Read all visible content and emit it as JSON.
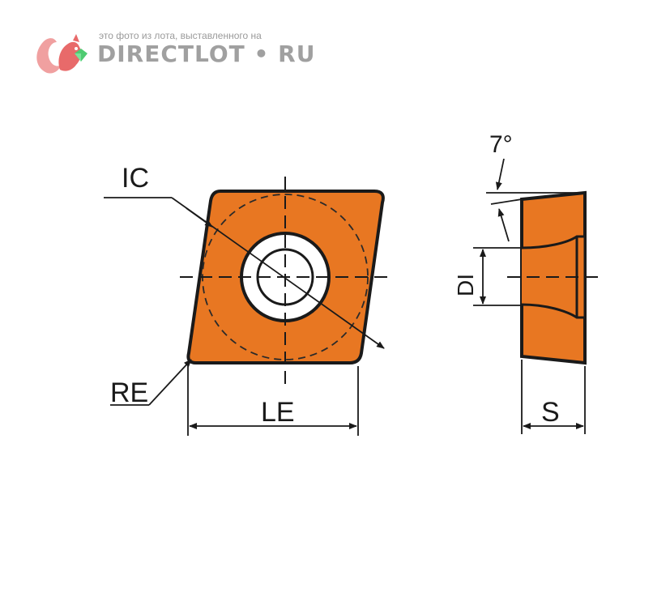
{
  "watermark": {
    "caption": "это фото из лота, выставленного на",
    "brand": "DIRECTLOT • RU"
  },
  "labels": {
    "ic": "IC",
    "re": "RE",
    "le": "LE",
    "dl": "DI",
    "s": "S",
    "angle": "7°"
  },
  "colors": {
    "insert_fill": "#e87722",
    "outline": "#1a1a1a",
    "watermark_logo": "#e86a6a",
    "watermark_gem": "#4ecb71"
  }
}
